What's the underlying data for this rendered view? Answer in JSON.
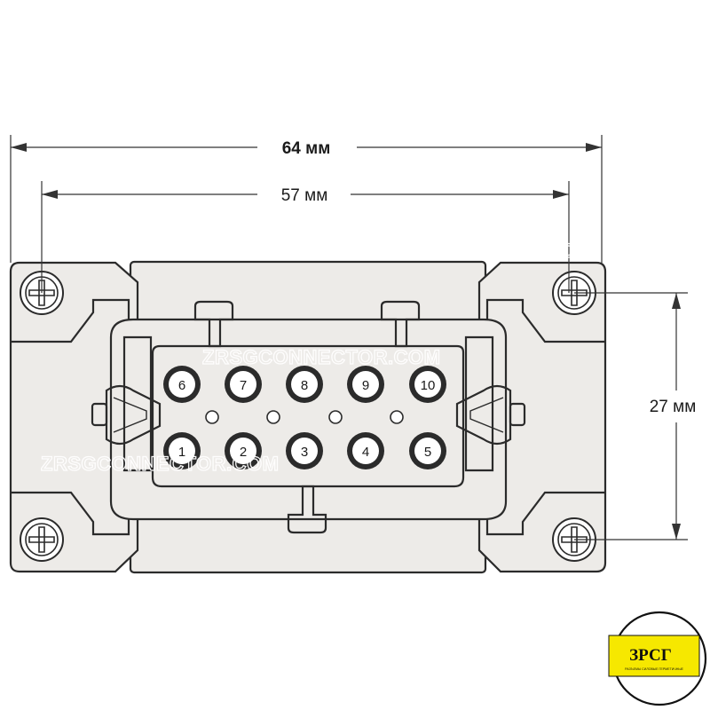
{
  "dimensions": {
    "overall_width": "64 мм",
    "mounting_pitch": "57 мм",
    "mounting_height": "27 мм"
  },
  "pins": {
    "top_row": [
      "6",
      "7",
      "8",
      "9",
      "10"
    ],
    "bottom_row": [
      "1",
      "2",
      "3",
      "4",
      "5"
    ]
  },
  "watermark": "ZRSGCONNECTOR.COM",
  "logo": {
    "text": "ЗРСГ",
    "subtext": "РАЗЪЕМЫ СИЛОВЫЕ ГЕРМЕТИЧНЫЕ"
  },
  "colors": {
    "body": "#edebe8",
    "outline": "#2b2b2b",
    "logo_yellow": "#f6e800"
  }
}
